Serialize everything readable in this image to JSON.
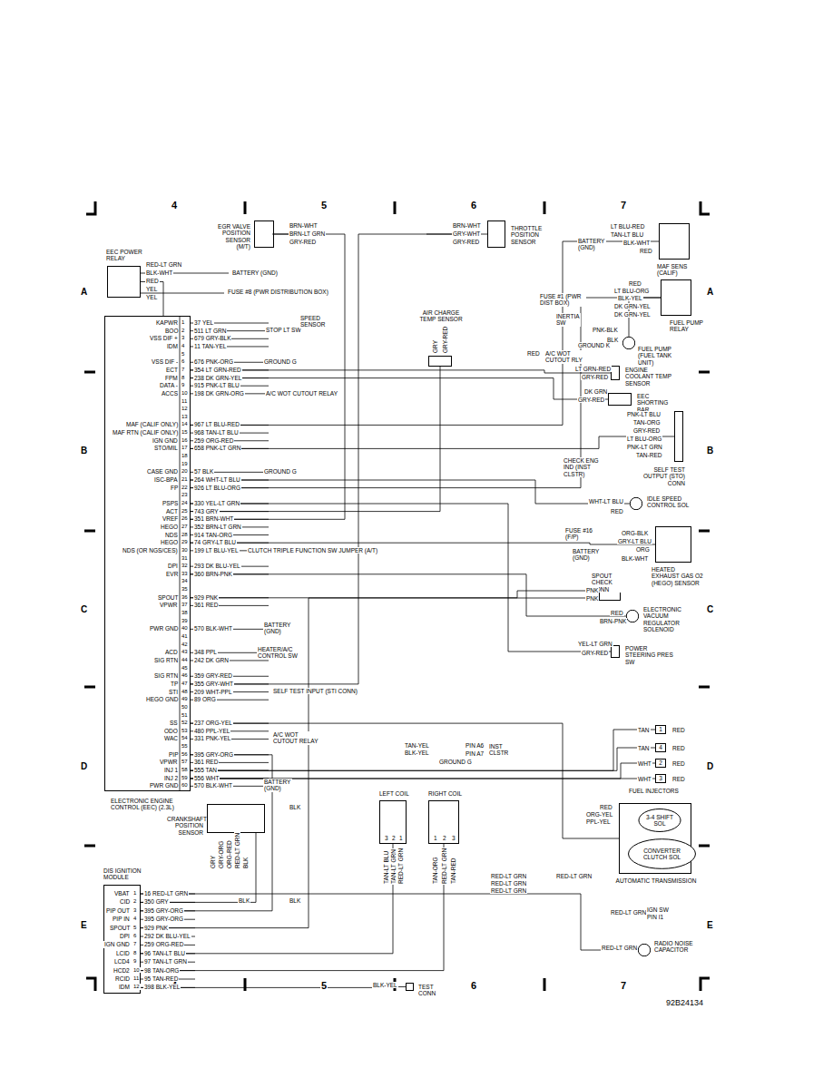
{
  "diagram": {
    "nodes": [
      {
        "text": [
          "EGR VALVE POSITION SENSOR (M/T)"
        ]
      },
      {
        "text": [
          "THROTTLE POSITION SENSOR"
        ]
      },
      {
        "text": [
          "MAF SENS (CALIF)"
        ]
      },
      {
        "text": [
          "EEC POWER RELAY"
        ]
      },
      {
        "text": [
          "FUEL PUMP RELAY"
        ]
      },
      {
        "text": [
          "ELECTRONIC ENGINE CONTROL (EEC) (2.3L)"
        ]
      },
      {
        "text": [
          "AIR CHARGE TEMP SENSOR"
        ]
      },
      {
        "text": [
          "FUEL PUMP (FUEL TANK UNIT)"
        ]
      },
      {
        "text": [
          "ENGINE COOLANT TEMP SENSOR"
        ]
      },
      {
        "text": [
          "EEC SHORTING BAR"
        ]
      },
      {
        "text": [
          "SELF TEST OUTPUT (STO) CONN"
        ]
      },
      {
        "text": [
          "IDLE SPEED CONTROL SOL"
        ]
      },
      {
        "text": [
          "HEATED EXHAUST GAS O2 (HEGO) SENSOR"
        ]
      },
      {
        "text": [
          "SPOUT CHECK CONN"
        ]
      },
      {
        "text": [
          "ELECTRONIC VACUUM REGULATOR SOLENOID"
        ]
      },
      {
        "text": [
          "POWER STEERING PRES SW"
        ]
      },
      {
        "text": [
          "1"
        ]
      },
      {
        "text": [
          "4"
        ]
      },
      {
        "text": [
          "2"
        ]
      },
      {
        "text": [
          "3"
        ]
      },
      {
        "text": [
          "CRANKSHAFT POSITION SENSOR"
        ]
      },
      {
        "text": [
          "LEFT COIL"
        ]
      },
      {
        "text": [
          "RIGHT COIL"
        ]
      },
      {
        "text": [
          "AUTOMATIC TRANSMISSION"
        ]
      },
      {
        "text": [
          "3-4 SHIFT SOL"
        ],
        "in": 23
      },
      {
        "text": [
          "CONVERTER CLUTCH SOL"
        ],
        "in": 23
      },
      {
        "text": [
          "DIS IGNITION MODULE"
        ]
      },
      {
        "text": [
          "TEST CONN"
        ]
      },
      {
        "text": [
          "RADIO NOISE CAPACITOR"
        ]
      }
    ],
    "edges": [
      {
        "from": 5,
        "to": 0,
        "arrow": "none"
      },
      {
        "from": 5,
        "to": 1,
        "arrow": "none"
      },
      {
        "from": 5,
        "to": 2,
        "arrow": "none"
      },
      {
        "from": 3,
        "to": 5,
        "arrow": "none"
      },
      {
        "from": 5,
        "to": 4,
        "arrow": "none"
      },
      {
        "from": 5,
        "to": 6,
        "arrow": "none"
      },
      {
        "from": 5,
        "to": 8,
        "arrow": "none"
      },
      {
        "from": 5,
        "to": 9,
        "arrow": "none"
      },
      {
        "from": 5,
        "to": 10,
        "arrow": "none"
      },
      {
        "from": 5,
        "to": 11,
        "arrow": "none"
      },
      {
        "from": 5,
        "to": 12,
        "arrow": "none"
      },
      {
        "from": 5,
        "to": 13,
        "arrow": "none"
      },
      {
        "from": 5,
        "to": 14,
        "arrow": "none"
      },
      {
        "from": 5,
        "to": 15,
        "arrow": "none"
      },
      {
        "from": 5,
        "to": 16,
        "arrow": "none"
      },
      {
        "from": 5,
        "to": 17,
        "arrow": "none"
      },
      {
        "from": 5,
        "to": 18,
        "arrow": "none"
      },
      {
        "from": 5,
        "to": 19,
        "arrow": "none"
      },
      {
        "from": 5,
        "to": 23,
        "arrow": "none"
      },
      {
        "from": 5,
        "to": 26,
        "arrow": "none"
      },
      {
        "from": 26,
        "to": 20,
        "arrow": "none"
      },
      {
        "from": 26,
        "to": 21,
        "arrow": "none"
      },
      {
        "from": 26,
        "to": 22,
        "arrow": "none"
      },
      {
        "from": 26,
        "to": 27,
        "arrow": "none"
      },
      {
        "from": 26,
        "to": 28,
        "arrow": "none"
      },
      {
        "from": 13,
        "to": 26,
        "arrow": "none"
      },
      {
        "from": 4,
        "to": 7,
        "arrow": "none"
      }
    ],
    "labels": [
      "4",
      "5",
      "6",
      "7",
      "4",
      "5",
      "6",
      "7",
      "A",
      "A",
      "B",
      "B",
      "C",
      "C",
      "D",
      "D",
      "E",
      "E",
      "92B24134",
      "KAPWR",
      "1",
      "37 YEL",
      "BOO",
      "2",
      "511 LT GRN",
      "VSS DIF +",
      "3",
      "679 GRY-BLK",
      "IDM",
      "4",
      "11 TAN-YEL",
      "5",
      "VSS DIF -",
      "6",
      "676 PNK-ORG",
      "ECT",
      "7",
      "354 LT GRN-RED",
      "FPM",
      "8",
      "238 DK GRN-YEL",
      "DATA -",
      "9",
      "915 PNK-LT BLU",
      "ACCS",
      "10",
      "198 DK GRN-ORG",
      "11",
      "12",
      "13",
      "MAF (CALIF ONLY)",
      "14",
      "967 LT BLU-RED",
      "MAF RTN (CALIF ONLY)",
      "15",
      "968 TAN-LT BLU",
      "IGN GND",
      "16",
      "259 ORG-RED",
      "STO/MIL",
      "17",
      "658 PNK-LT GRN",
      "18",
      "19",
      "CASE GND",
      "20",
      "57 BLK",
      "ISC-BPA",
      "21",
      "264 WHT-LT BLU",
      "FP",
      "22",
      "926 LT BLU-ORG",
      "23",
      "PSPS",
      "24",
      "330 YEL-LT GRN",
      "ACT",
      "25",
      "743 GRY",
      "VREF",
      "26",
      "351 BRN-WHT",
      "HEGO",
      "27",
      "352 BRN-LT GRN",
      "NDS",
      "28",
      "914 TAN-ORG",
      "HEGO",
      "29",
      "74 GRY-LT BLU",
      "NDS (OR NGS/CES)",
      "30",
      "199 LT BLU-YEL",
      "31",
      "DPI",
      "32",
      "293 DK BLU-YEL",
      "EVR",
      "33",
      "360 BRN-PNK",
      "34",
      "35",
      "SPOUT",
      "36",
      "929 PNK",
      "VPWR",
      "37",
      "361 RED",
      "38",
      "39",
      "PWR GND",
      "40",
      "570 BLK-WHT",
      "41",
      "42",
      "ACD",
      "43",
      "348 PPL",
      "SIG RTN",
      "44",
      "242 DK GRN",
      "45",
      "SIG RTN",
      "46",
      "359 GRY-RED",
      "TP",
      "47",
      "355 GRY-WHT",
      "STI",
      "48",
      "209 WHT-PPL",
      "HEGO GND",
      "49",
      "89 ORG",
      "50",
      "51",
      "SS",
      "52",
      "237 ORG-YEL",
      "ODO",
      "53",
      "480 PPL-YEL",
      "WAC",
      "54",
      "331 PNK-YEL",
      "55",
      "PIP",
      "56",
      "395 GRY-ORG",
      "VPWR",
      "57",
      "361 RED",
      "INJ 1",
      "58",
      "555 TAN",
      "INJ 2",
      "59",
      "556 WHT",
      "PWR GND",
      "60",
      "570 BLK-WHT",
      "STOP LT SW",
      "SPEED SENSOR",
      "GROUND G",
      "A/C WOT CUTOUT RELAY",
      "GROUND G",
      "CLUTCH TRIPLE FUNCTION SW JUMPER (A/T)",
      "BATTERY (GND)",
      "HEATER/A/C CONTROL SW",
      "SELF TEST INPUT (STI CONN)",
      "A/C WOT CUTOUT RELAY",
      "BATTERY (GND)",
      "VBAT",
      "1",
      "16 RED-LT GRN",
      "CID",
      "2",
      "350 GRY",
      "PIP OUT",
      "3",
      "395 GRY-ORG",
      "PIP IN",
      "4",
      "395 GRY-ORG",
      "SPOUT",
      "5",
      "929 PNK",
      "DPI",
      "6",
      "292 DK BLU-YEL",
      "IGN GND",
      "7",
      "259 ORG-RED",
      "LCID",
      "8",
      "96 TAN-LT BLU",
      "LCD4",
      "9",
      "97 TAN-LT GRN",
      "HCD2",
      "10",
      "98 TAN-ORG",
      "RCID",
      "11",
      "95 TAN-RED",
      "IDM",
      "12",
      "398 BLK-YEL",
      "BRN-WHT",
      "BRN-LT GRN",
      "GRY-RED",
      "BRN-WHT",
      "GRY-WHT",
      "GRY-RED",
      "LT BLU-RED",
      "TAN-LT BLU",
      "BATTERY (GND)",
      "BLK-WHT",
      "RED",
      "RED-LT GRN",
      "BLK-WHT",
      "RED",
      "YEL",
      "YEL",
      "BATTERY (GND)",
      "FUSE #8 (PWR DISTRIBUTION BOX)",
      "RED",
      "LT BLU-ORG",
      "FUSE #1 (PWR DIST BOX)",
      "BLK-YEL",
      "DK GRN-YEL",
      "INERTIA SW",
      "DK GRN-YEL",
      "PNK-BLK",
      "BLK",
      "GROUND K",
      "GRY",
      "GRY-RED",
      "RED",
      "A/C WOT CUTOUT RLY",
      "LT GRN-RED",
      "GRY-RED",
      "DK GRN",
      "GRY-RED",
      "PNK-LT BLU",
      "TAN-ORG",
      "GRY-RED",
      "LT BLU-ORG",
      "PNK-LT GRN",
      "TAN-RED",
      "CHECK ENG IND (INST CLSTR)",
      "WHT-LT BLU",
      "RED",
      "FUSE #16 (F/P)",
      "ORG-BLK",
      "GRY-LT BLU",
      "ORG",
      "BATTERY (GND)",
      "BLK-WHT",
      "PNK",
      "PNK",
      "RED",
      "BRN-PNK",
      "YEL-LT GRN",
      "GRY-RED",
      "TAN-YEL",
      "BLK-YEL",
      "PIN A6",
      "PIN A7",
      "INST CLSTR",
      "GROUND G",
      "TAN",
      "RED",
      "TAN",
      "RED",
      "WHT",
      "RED",
      "WHT",
      "RED",
      "FUEL INJECTORS",
      "RED",
      "ORG-YEL",
      "PPL-YEL",
      "GRY",
      "GRY-ORG",
      "ORG-RED",
      "RED-LT GRN",
      "BLK",
      "BLK",
      "BLK",
      "BLK",
      "3",
      "2",
      "1",
      "TAN-LT BLU",
      "TAN-LT GRN",
      "RED-LT GRN",
      "1",
      "2",
      "3",
      "TAN-ORG",
      "RED-LT GRN",
      "TAN-RED",
      "RED-LT GRN",
      "RED-LT GRN",
      "RED-LT GRN",
      "RED-LT GRN",
      "RED-LT GRN",
      "IGN SW",
      "PIN I1",
      "RED-LT GRN",
      "BLK-YEL"
    ]
  }
}
